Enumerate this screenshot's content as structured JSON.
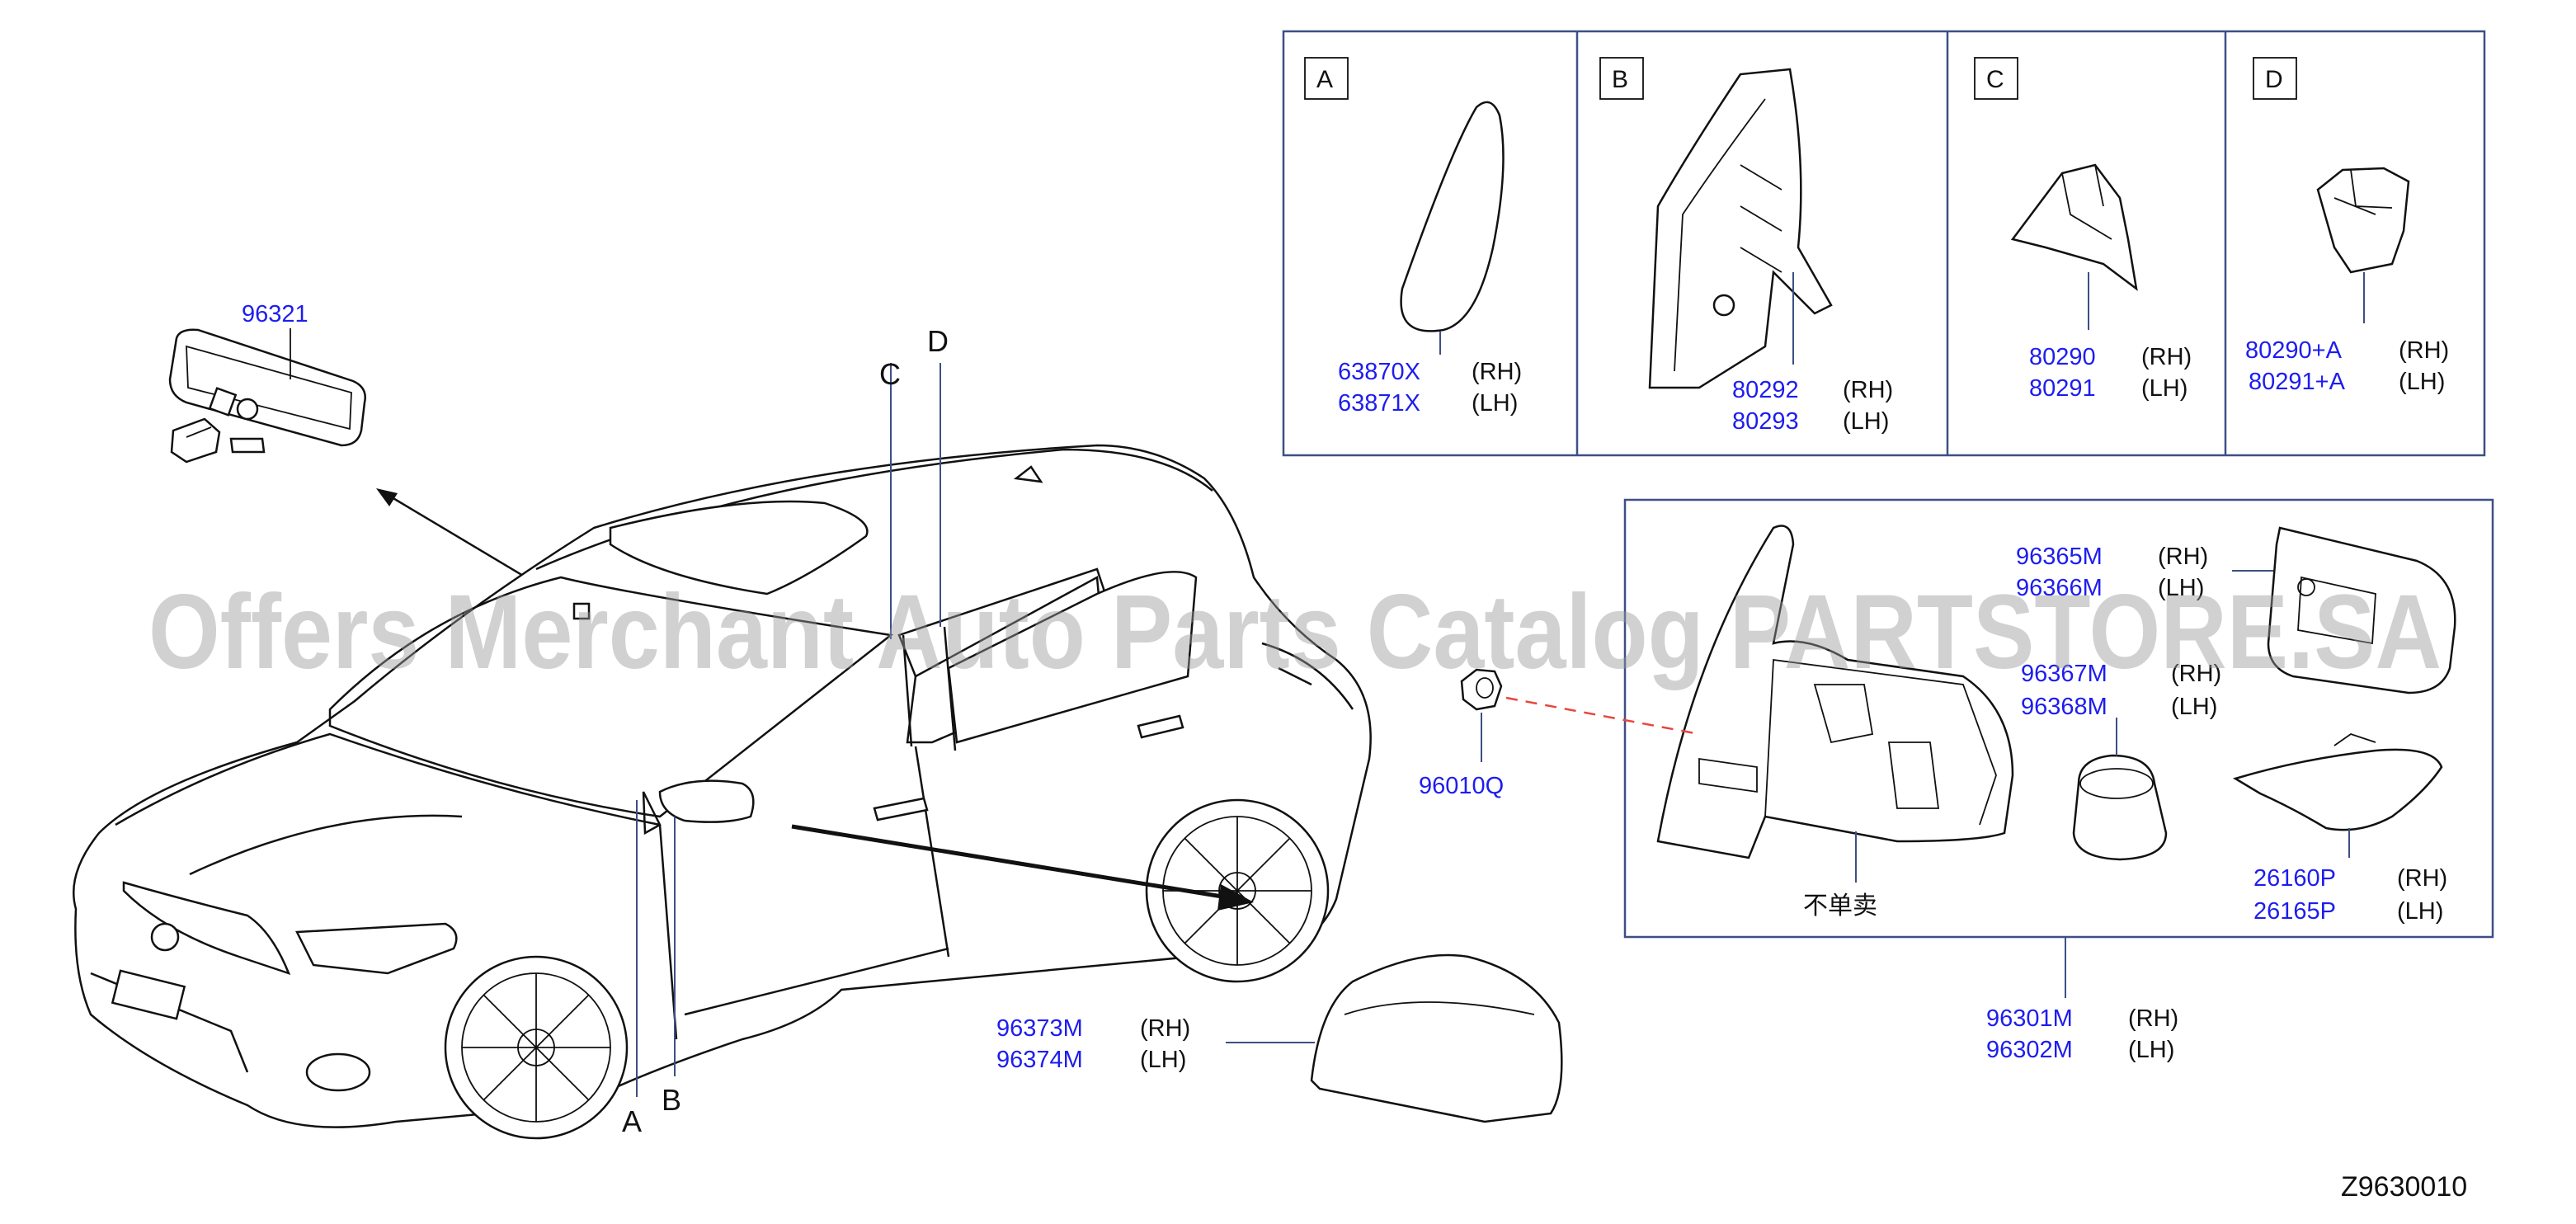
{
  "labels": {
    "rear_mirror": "96321",
    "callout_a": "A",
    "callout_b": "B",
    "callout_c": "C",
    "callout_d": "D",
    "panel_a": {
      "letter": "A",
      "rh": "63870X",
      "lh": "63871X"
    },
    "panel_b": {
      "letter": "B",
      "rh": "80292",
      "lh": "80293"
    },
    "panel_c": {
      "letter": "C",
      "rh": "80290",
      "lh": "80291"
    },
    "panel_d": {
      "letter": "D",
      "rh": "80290+A",
      "lh": "80291+A"
    },
    "glass": {
      "rh": "96365M",
      "lh": "96366M"
    },
    "motor": {
      "rh": "96367M",
      "lh": "96368M"
    },
    "lamp": {
      "rh": "26160P",
      "lh": "26165P"
    },
    "assembly": {
      "rh": "96301M",
      "lh": "96302M"
    },
    "cover": {
      "rh": "96373M",
      "lh": "96374M"
    },
    "nut": "96010Q",
    "not_sold_separately": "不单卖",
    "rh_tag": "(RH)",
    "lh_tag": "(LH)",
    "diagram_code": "Z9630010"
  },
  "watermark": "Offers Merchant Auto Parts Catalog PARTSTORE.SA",
  "colors": {
    "part_number": "#1d1df0",
    "frame": "#3c4f86",
    "leader_dashed": "#e8463d"
  }
}
